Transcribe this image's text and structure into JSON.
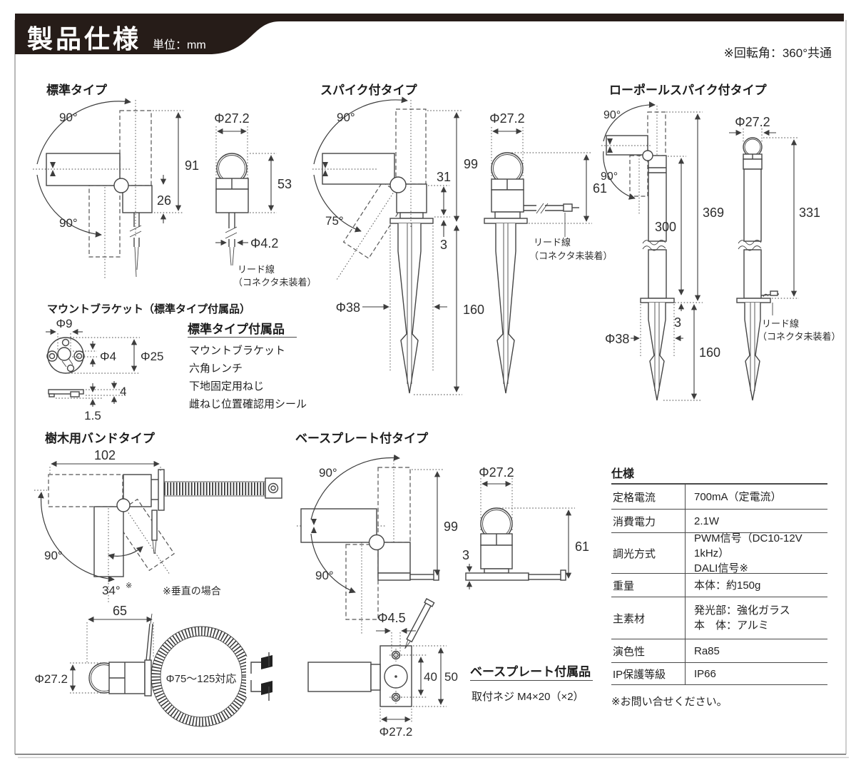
{
  "colors": {
    "header_bg": "#261c18",
    "line": "#454545",
    "border": "#9a9a9a"
  },
  "header": {
    "title": "製品仕様",
    "unit": "単位：mm",
    "note": "※回転角：360°共通"
  },
  "sections": {
    "standard": {
      "title": "標準タイプ",
      "dims": {
        "angle_top": "90°",
        "angle_bottom": "90°",
        "total_h": "91",
        "lower_h": "26",
        "head_dia": "Φ27.2",
        "body_h": "53",
        "cable_dia": "Φ4.2",
        "lead1": "リード線",
        "lead2": "（コネクタ未装着）"
      }
    },
    "spike": {
      "title": "スパイク付タイプ",
      "dims": {
        "angle_top": "90°",
        "angle_tilt": "75°",
        "upper_h": "99",
        "pivot_h": "31",
        "plate_t": "3",
        "head_dia": "Φ27.2",
        "body_h": "61",
        "spike_dia": "Φ38",
        "spike_len": "160",
        "lead1": "リード線",
        "lead2": "（コネクタ未装着）"
      }
    },
    "lowpole": {
      "title": "ローポールスパイク付タイプ",
      "dims": {
        "angle_top": "90°",
        "angle_bottom": "90°",
        "pole_h": "300",
        "total_h": "369",
        "head_dia": "Φ27.2",
        "front_h": "331",
        "plate_t": "3",
        "spike_dia": "Φ38",
        "spike_len": "160",
        "lead1": "リード線",
        "lead2": "（コネクタ未装着）"
      }
    },
    "bracket": {
      "title": "マウントブラケット（標準タイプ付属品）",
      "dims": {
        "slot_dia": "Φ9",
        "hole_dia": "Φ4",
        "outer_dia": "Φ25",
        "thickness": "4",
        "foot": "1.5"
      }
    },
    "standard_acc": {
      "title": "標準タイプ付属品",
      "items": [
        "マウントブラケット",
        "六角レンチ",
        "下地固定用ねじ",
        "雌ねじ位置確認用シール"
      ]
    },
    "tree": {
      "title": "樹木用バンドタイプ",
      "dims": {
        "width": "102",
        "angle_main": "90°",
        "angle_tilt": "34°",
        "tilt_sup": "※",
        "vertical_note": "※垂直の場合",
        "head_len": "65",
        "head_dia": "Φ27.2",
        "band_range": "Φ75～125対応"
      }
    },
    "baseplate": {
      "title": "ベースプレート付タイプ",
      "dims": {
        "angle_top": "90°",
        "angle_bottom": "90°",
        "total_h": "99",
        "plate_t": "3",
        "head_dia": "Φ27.2",
        "body_h": "61",
        "hole_dia": "Φ4.5",
        "hole_pitch": "40",
        "plate_w": "50",
        "base_dia": "Φ27.2"
      }
    },
    "baseplate_acc": {
      "title": "ベースプレート付属品",
      "items": [
        "取付ネジ M4×20（×2）"
      ]
    }
  },
  "spec_table": {
    "title": "仕様",
    "rows": [
      {
        "label": "定格電流",
        "lines": [
          "700mA（定電流）"
        ]
      },
      {
        "label": "消費電力",
        "lines": [
          "2.1W"
        ]
      },
      {
        "label": "調光方式",
        "lines": [
          "PWM信号（DC10-12V 1kHz）",
          "DALI信号※"
        ]
      },
      {
        "label": "重量",
        "lines": [
          "本体：約150g"
        ]
      },
      {
        "label": "主素材",
        "lines": [
          "発光部：強化ガラス",
          "本　体：アルミ"
        ]
      },
      {
        "label": "演色性",
        "lines": [
          "Ra85"
        ]
      },
      {
        "label": "IP保護等級",
        "lines": [
          "IP66"
        ]
      }
    ],
    "note": "※お問い合せください。"
  }
}
